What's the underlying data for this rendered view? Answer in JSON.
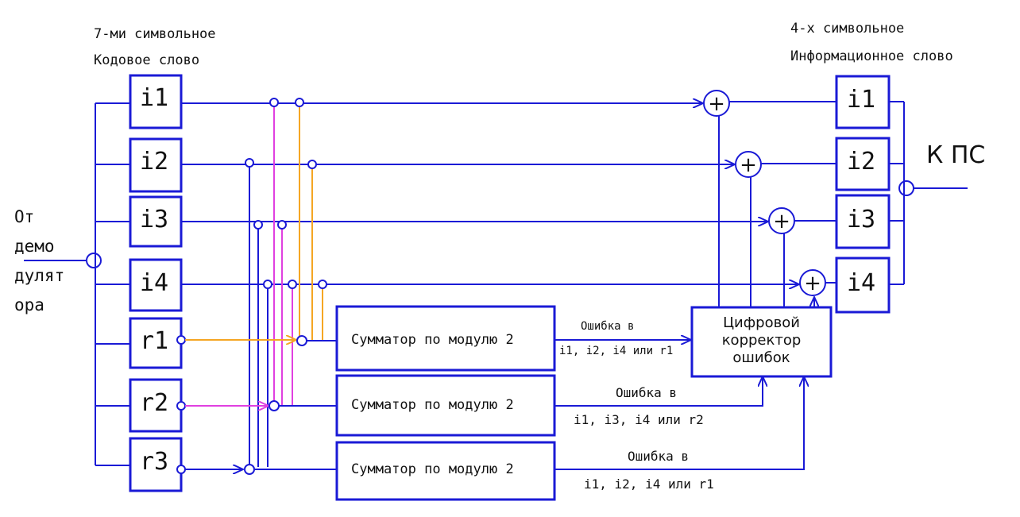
{
  "captions": {
    "input_word_line1": "7-ми символьное",
    "input_word_line2": "Кодовое слово",
    "output_word_line1": "4-х символьное",
    "output_word_line2": "Информационное слово"
  },
  "source": [
    "От",
    "демо",
    "дулят",
    "ора"
  ],
  "input_registers": [
    "i1",
    "i2",
    "i3",
    "i4",
    "r1",
    "r2",
    "r3"
  ],
  "output_registers": [
    "i1",
    "i2",
    "i3",
    "i4"
  ],
  "output_label": "К ПС",
  "adders": [
    "Сумматор по модулю 2",
    "Сумматор по модулю 2",
    "Сумматор по модулю 2"
  ],
  "error_labels": [
    {
      "line1": "Ошибка в",
      "line2": "i1, i2, i4 или r1"
    },
    {
      "line1": "Ошибка в",
      "line2": "i1, i3, i4 или r2"
    },
    {
      "line1": "Ошибка в",
      "line2": "i1, i2, i4 или r1"
    }
  ],
  "corrector": [
    "Цифровой",
    "корректор",
    "ошибок"
  ],
  "xor_symbol": "+",
  "colors": {
    "wire": "#1a1ad6",
    "tap_orange": "#f5a623",
    "tap_magenta": "#e040e0",
    "text": "#111111"
  }
}
